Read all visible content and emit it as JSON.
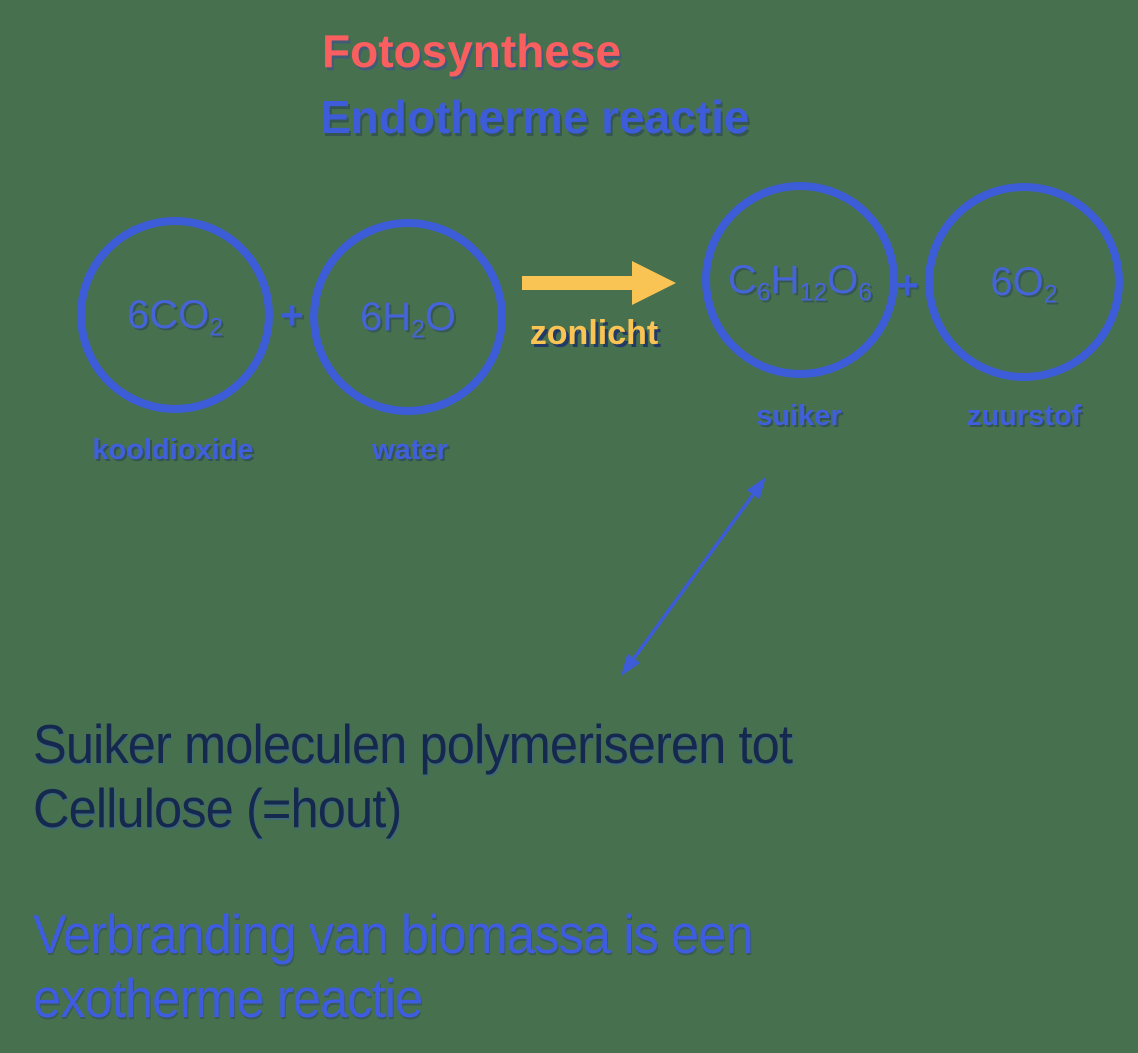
{
  "colors": {
    "background": "#47704E",
    "shape_blue": "#3C5CD8",
    "formula_blue": "#4564D8",
    "label_blue": "#3F5FDD",
    "title_red": "#F85F5E",
    "title_blue": "#3D5CD9",
    "arrow_yellow": "#FAC455",
    "zonlicht_shadow_navy": "#233A66",
    "note_navy": "#15294E",
    "note_blue": "#3D5CE0"
  },
  "title": {
    "line1": "Fotosynthese",
    "line2": "Endotherme reactie"
  },
  "reaction": {
    "co2": {
      "p1": "6CO",
      "s1": "2"
    },
    "plus1": "+",
    "h2o": {
      "p1": "6H",
      "s1": "2",
      "p2": "O"
    },
    "arrow_label": "zonlicht",
    "glucose": {
      "p1": "C",
      "s1": "6",
      "p2": "H",
      "s2": "12",
      "p3": "O",
      "s3": "6"
    },
    "plus2": "+",
    "o2": {
      "p1": "6O",
      "s1": "2"
    },
    "labels": {
      "co2": "kooldioxide",
      "h2o": "water",
      "glucose": "suiker",
      "o2": "zuurstof"
    }
  },
  "notes": {
    "polymer_line1": "Suiker moleculen polymeriseren tot",
    "polymer_line2": "Cellulose (=hout)",
    "combustion_line1": "Verbranding van biomassa is een",
    "combustion_line2": "exotherme reactie"
  }
}
